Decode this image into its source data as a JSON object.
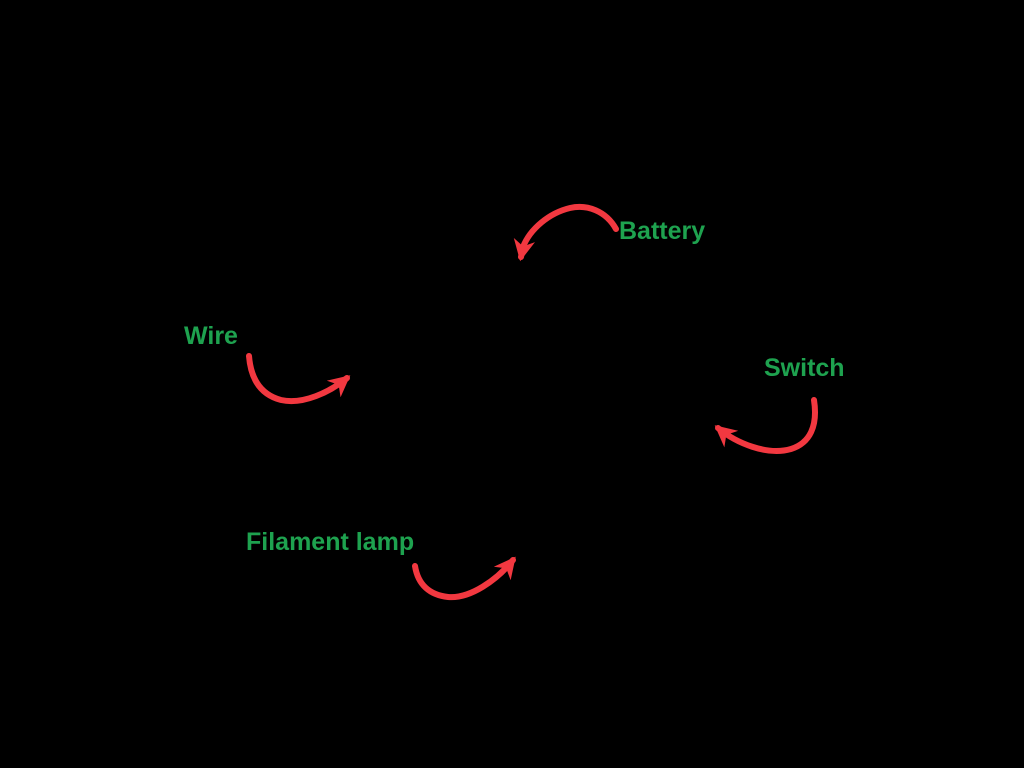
{
  "colors": {
    "background": "#000000",
    "label": "#1ea24f",
    "arrow": "#f23840"
  },
  "labels": {
    "battery": "Battery",
    "wire": "Wire",
    "switch": "Switch",
    "filament_lamp": "Filament lamp"
  }
}
